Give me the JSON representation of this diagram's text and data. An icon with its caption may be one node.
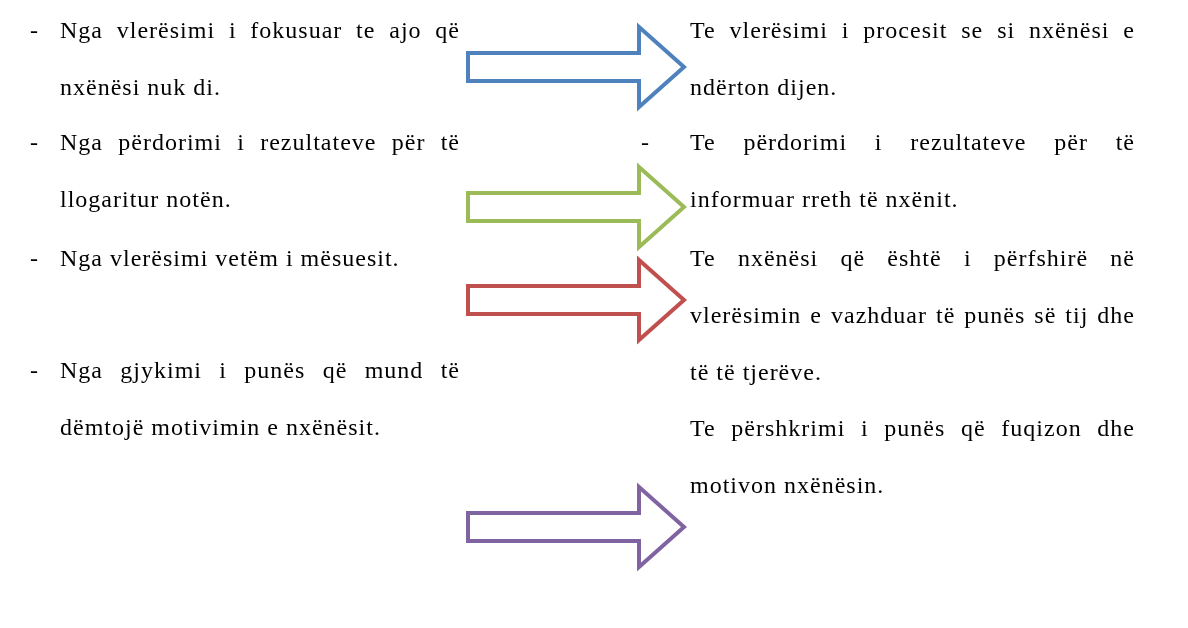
{
  "diagram": {
    "nodes": [
      {
        "text": [
          "Nga vlerësimi i fokusuar te ajo që nxënësi nuk di."
        ]
      },
      {
        "text": [
          "Nga përdorimi i rezultateve për të llogaritur notën."
        ]
      },
      {
        "text": [
          "Nga vlerësimi vetëm i mësuesit."
        ]
      },
      {
        "text": [
          "Nga gjykimi i punës që mund të dëmtojë motivimin e nxënësit."
        ]
      },
      {
        "text": [
          "Te vlerësimi i procesit se si nxënësi e ndërton dijen."
        ]
      },
      {
        "text": [
          "Te përdorimi i rezultateve për të informuar rreth të nxënit."
        ]
      },
      {
        "text": [
          "Te nxënësi që është i përfshirë në vlerësimin e vazhduar të punës së tij dhe të të tjerëve."
        ]
      },
      {
        "text": [
          "Te përshkrimi i punës që fuqizon dhe motivon nxënësin."
        ]
      }
    ],
    "edges": [
      {
        "from": 0,
        "to": 4,
        "arrow": "to",
        "color": "#4f81bd"
      },
      {
        "from": 1,
        "to": 5,
        "arrow": "to",
        "color": "#9bbb59"
      },
      {
        "from": 2,
        "to": 6,
        "arrow": "to",
        "color": "#c0504d"
      },
      {
        "from": 3,
        "to": 7,
        "arrow": "to",
        "color": "#8064a2"
      }
    ],
    "labels": [
      "-",
      "-",
      "-",
      "-",
      "-"
    ]
  }
}
